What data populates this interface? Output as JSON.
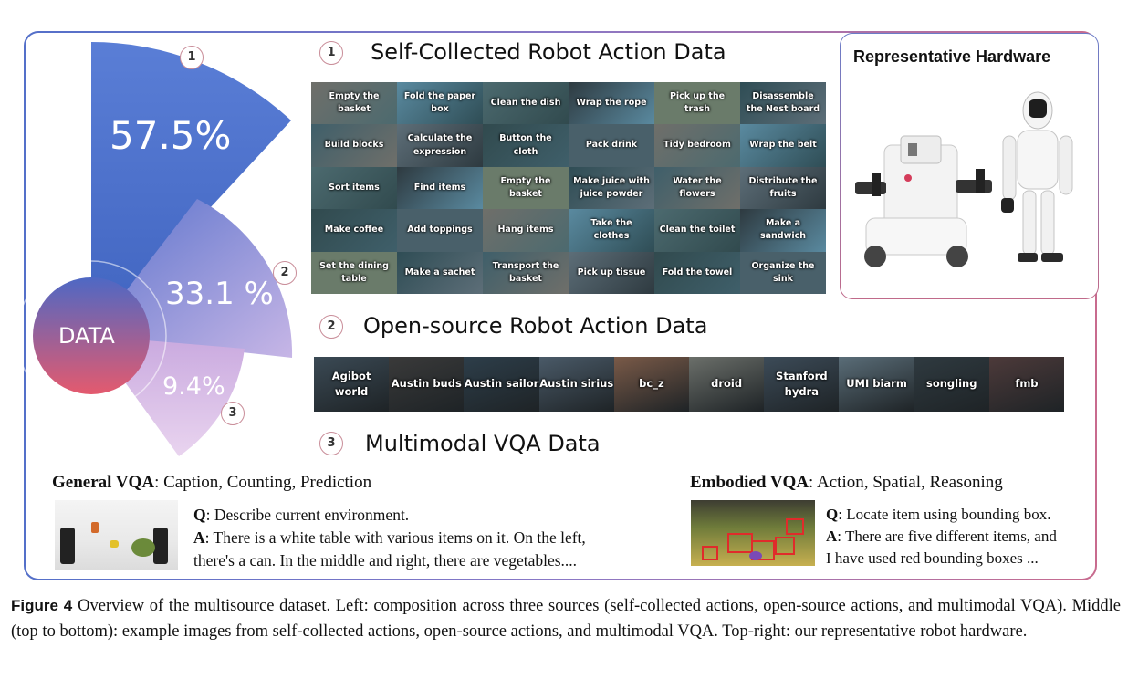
{
  "chart_data": {
    "type": "pie",
    "center_label": "DATA",
    "slices": [
      {
        "label": "1",
        "value": 57.5,
        "value_label": "57.5%",
        "color": "#4b6fc8"
      },
      {
        "label": "2",
        "value": 33.1,
        "value_label": "33.1 %",
        "color": "#8f86d6"
      },
      {
        "label": "3",
        "value": 9.4,
        "value_label": "9.4%",
        "color": "#d9b6e0"
      }
    ]
  },
  "sections": {
    "s1": {
      "num": "1",
      "title": "Self-Collected Robot Action Data"
    },
    "s2": {
      "num": "2",
      "title": "Open-source Robot Action Data"
    },
    "s3": {
      "num": "3",
      "title": "Multimodal VQA Data"
    }
  },
  "tasks": [
    "Empty the basket",
    "Fold the paper box",
    "Clean the dish",
    "Wrap the rope",
    "Pick up the trash",
    "Disassemble the Nest board",
    "Build blocks",
    "Calculate the expression",
    "Button the cloth",
    "Pack drink",
    "Tidy bedroom",
    "Wrap the belt",
    "Sort items",
    "Find items",
    "Empty the basket",
    "Make juice with juice powder",
    "Water the flowers",
    "Distribute the fruits",
    "Make coffee",
    "Add toppings",
    "Hang items",
    "Take the clothes",
    "Clean the toilet",
    "Make a sandwich",
    "Set the dining table",
    "Make a sachet",
    "Transport the basket",
    "Pick up tissue",
    "Fold the towel",
    "Organize the sink"
  ],
  "open_source": [
    "Agibot world",
    "Austin buds",
    "Austin sailor",
    "Austin sirius",
    "bc_z",
    "droid",
    "Stanford hydra",
    "UMI biarm",
    "songling",
    "fmb"
  ],
  "hardware": {
    "title": "Representative Hardware"
  },
  "vqa_general": {
    "label": "General VQA",
    "topics": ": Caption, Counting, Prediction",
    "q_label": "Q",
    "q_text": ": Describe current environment.",
    "a_label": "A",
    "a_line1": ": There is a white table with various items on it. On the left,",
    "a_line2": "there's a can. In the middle and right, there are vegetables...."
  },
  "vqa_embodied": {
    "label": "Embodied VQA",
    "topics": ": Action, Spatial, Reasoning",
    "q_label": "Q",
    "q_text": ": Locate item using bounding box.",
    "a_label": "A",
    "a_line1": ": There are five different items, and",
    "a_line2": "I have used red bounding boxes ..."
  },
  "caption": {
    "fig": "Figure 4",
    "text": "Overview of the multisource dataset. Left: composition across three sources (self-collected actions, open-source actions, and multimodal VQA). Middle (top to bottom): example images from self-collected actions, open-source actions, and multimodal VQA. Top-right: our representative robot hardware."
  }
}
